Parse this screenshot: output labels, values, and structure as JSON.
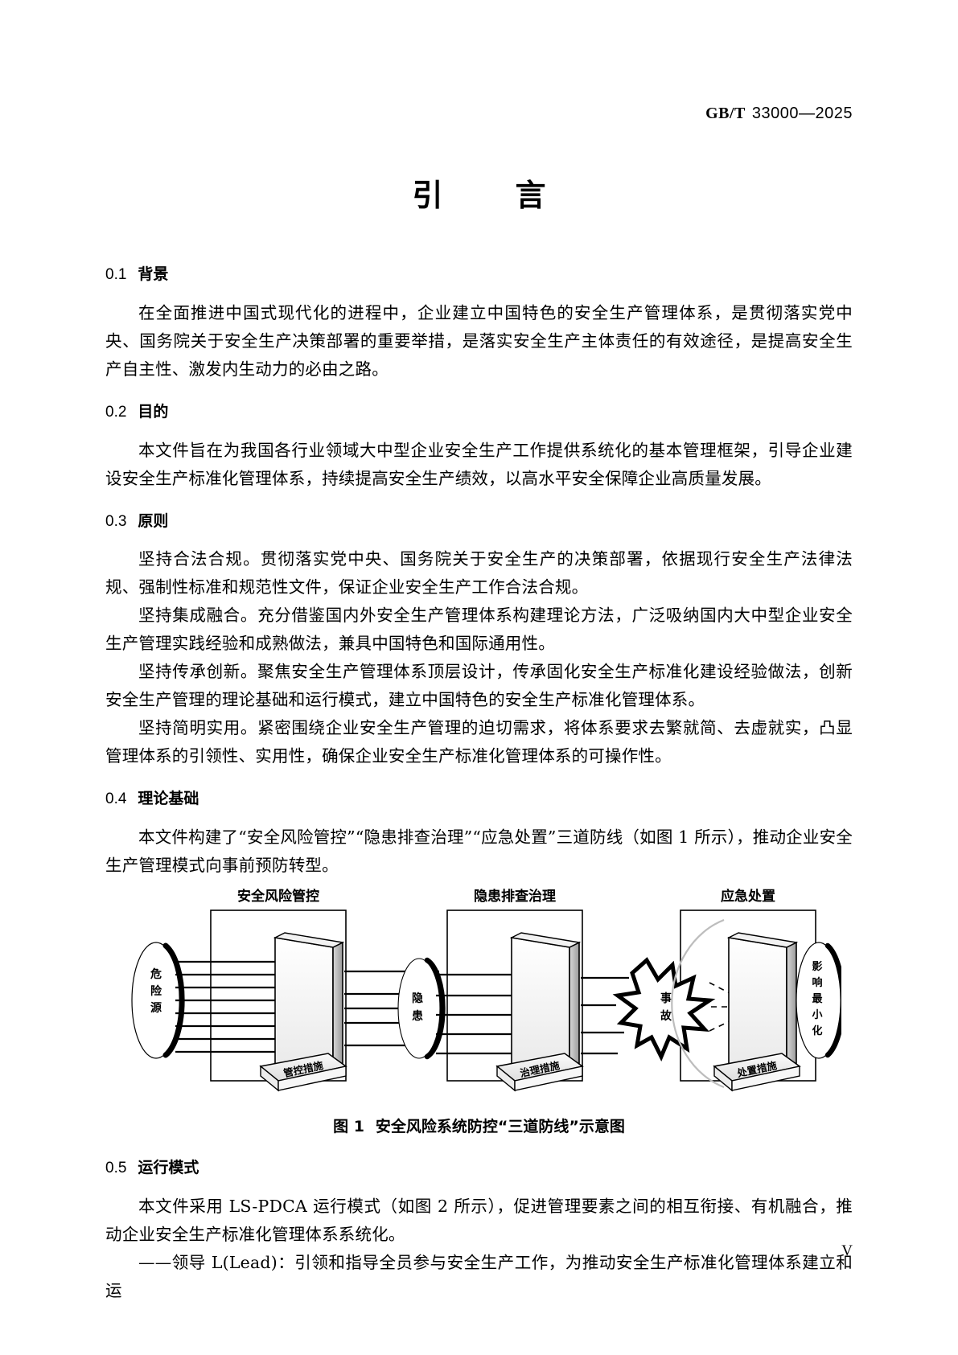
{
  "header": {
    "standard_prefix": "GB/T",
    "standard_number": "33000—2025",
    "full": "GB/T 33000—2025"
  },
  "title": "引　言",
  "folio": "V",
  "sections": [
    {
      "number": "0.1",
      "heading": "背景",
      "paragraphs": [
        "在全面推进中国式现代化的进程中，企业建立中国特色的安全生产管理体系，是贯彻落实党中央、国务院关于安全生产决策部署的重要举措，是落实安全生产主体责任的有效途径，是提高安全生产自主性、激发内生动力的必由之路。"
      ]
    },
    {
      "number": "0.2",
      "heading": "目的",
      "paragraphs": [
        "本文件旨在为我国各行业领域大中型企业安全生产工作提供系统化的基本管理框架，引导企业建设安全生产标准化管理体系，持续提高安全生产绩效，以高水平安全保障企业高质量发展。"
      ]
    },
    {
      "number": "0.3",
      "heading": "原则",
      "paragraphs": [
        "坚持合法合规。贯彻落实党中央、国务院关于安全生产的决策部署，依据现行安全生产法律法规、强制性标准和规范性文件，保证企业安全生产工作合法合规。",
        "坚持集成融合。充分借鉴国内外安全生产管理体系构建理论方法，广泛吸纳国内大中型企业安全生产管理实践经验和成熟做法，兼具中国特色和国际通用性。",
        "坚持传承创新。聚焦安全生产管理体系顶层设计，传承固化安全生产标准化建设经验做法，创新安全生产管理的理论基础和运行模式，建立中国特色的安全生产标准化管理体系。",
        "坚持简明实用。紧密围绕企业安全生产管理的迫切需求，将体系要求去繁就简、去虚就实，凸显管理体系的引领性、实用性，确保企业安全生产标准化管理体系的可操作性。"
      ]
    },
    {
      "number": "0.4",
      "heading": "理论基础",
      "paragraphs": [
        "本文件构建了“安全风险管控”“隐患排查治理”“应急处置”三道防线（如图 1 所示），推动企业安全生产管理模式向事前预防转型。"
      ]
    },
    {
      "number": "0.5",
      "heading": "运行模式",
      "paragraphs": [
        "本文件采用 LS-PDCA 运行模式（如图 2 所示），促进管理要素之间的相互衔接、有机融合，推动企业安全生产标准化管理体系系统化。",
        "——领导 L(Lead)：引领和指导全员参与安全生产工作，为推动安全生产标准化管理体系建立和运"
      ]
    }
  ],
  "figure": {
    "caption_label": "图 1",
    "caption_text": "安全风险系统防控“三道防线”示意图",
    "stage_titles": [
      "安全风险管控",
      "隐患排查治理",
      "应急处置"
    ],
    "source_label": "危险源",
    "middle_label": "隐患",
    "accident_label": "事故",
    "outcome_label": "影响最小化",
    "barrier_labels": [
      "管控措施",
      "治理措施",
      "处置措施"
    ]
  }
}
